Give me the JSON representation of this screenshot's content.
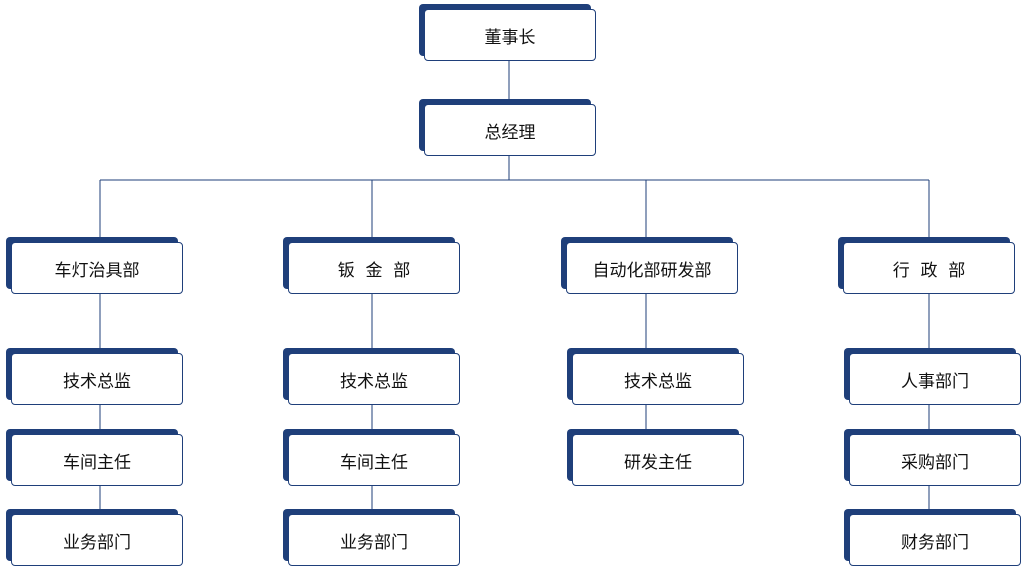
{
  "colors": {
    "line": "#1f3f7a",
    "shadow": "#1f3f7a",
    "text": "#111111"
  },
  "nodes": {
    "chairman": "董事长",
    "gm": "总经理",
    "dept1": "车灯治具部",
    "dept1_director": "技术总监",
    "dept1_shop": "车间主任",
    "dept1_business": "业务部门",
    "dept2": "钣  金  部",
    "dept2_director": "技术总监",
    "dept2_shop": "车间主任",
    "dept2_business": "业务部门",
    "dept3": "自动化部研发部",
    "dept3_director": "技术总监",
    "dept3_rd": "研发主任",
    "dept4": "行  政  部",
    "dept4_hr": "人事部门",
    "dept4_purchase": "采购部门",
    "dept4_finance": "财务部门"
  }
}
